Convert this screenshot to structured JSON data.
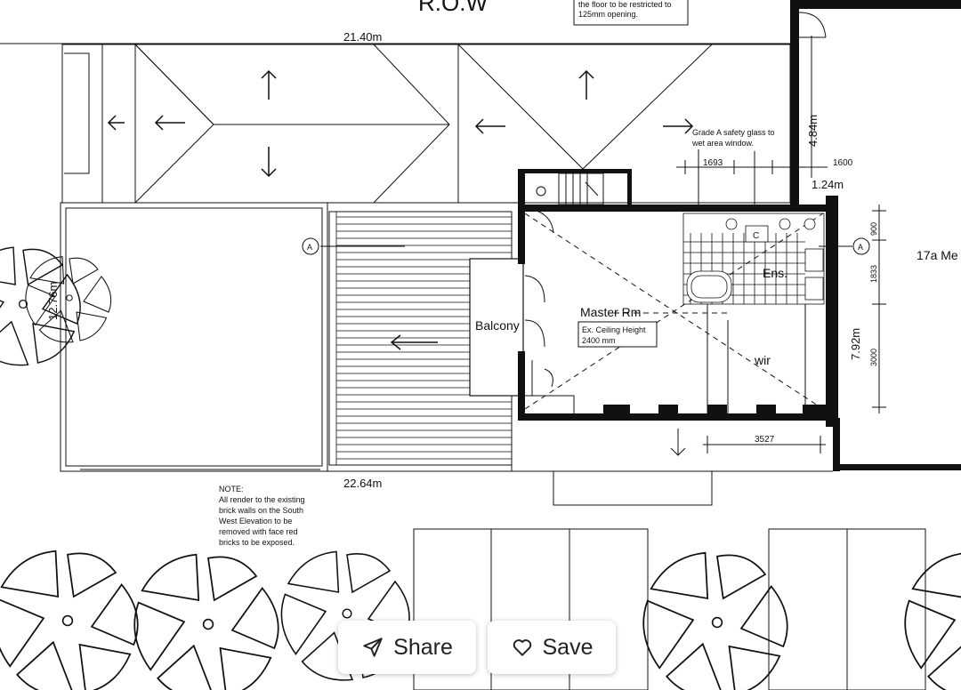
{
  "plan": {
    "top_label": "R.O.W",
    "top_note": [
      "the floor to be restricted to",
      "125mm opening."
    ],
    "dim_top_width": "21.40m",
    "dim_bottom_width": "22.64m",
    "dim_left": "12.76m",
    "dim_right_upper": "4.84m",
    "dim_right_small": "1.24m",
    "dim_right_total": "7.92m",
    "dim_1693": "1693",
    "dim_1600": "1600",
    "dim_900": "900",
    "dim_1833": "1833",
    "dim_3000": "3000",
    "dim_3527": "3527",
    "safety_glass_note": [
      "Grade A safety glass to",
      "wet area window."
    ],
    "room_master": "Master Rm",
    "ceiling_note": [
      "Ex. Ceiling Height",
      "2400 mm"
    ],
    "room_balcony": "Balcony",
    "room_ensuite": "Ens.",
    "room_wir": "wir",
    "neighbour": "17a Me",
    "section_marker": "A",
    "cabinet_label": "C",
    "render_note": [
      "NOTE:",
      "All render to the existing",
      "brick walls on the South",
      "West Elevation to be",
      "removed with face red",
      "bricks to be exposed."
    ]
  },
  "actions": {
    "share_label": "Share",
    "save_label": "Save"
  },
  "icons": {
    "share": "paper-plane-icon",
    "save": "heart-icon"
  }
}
